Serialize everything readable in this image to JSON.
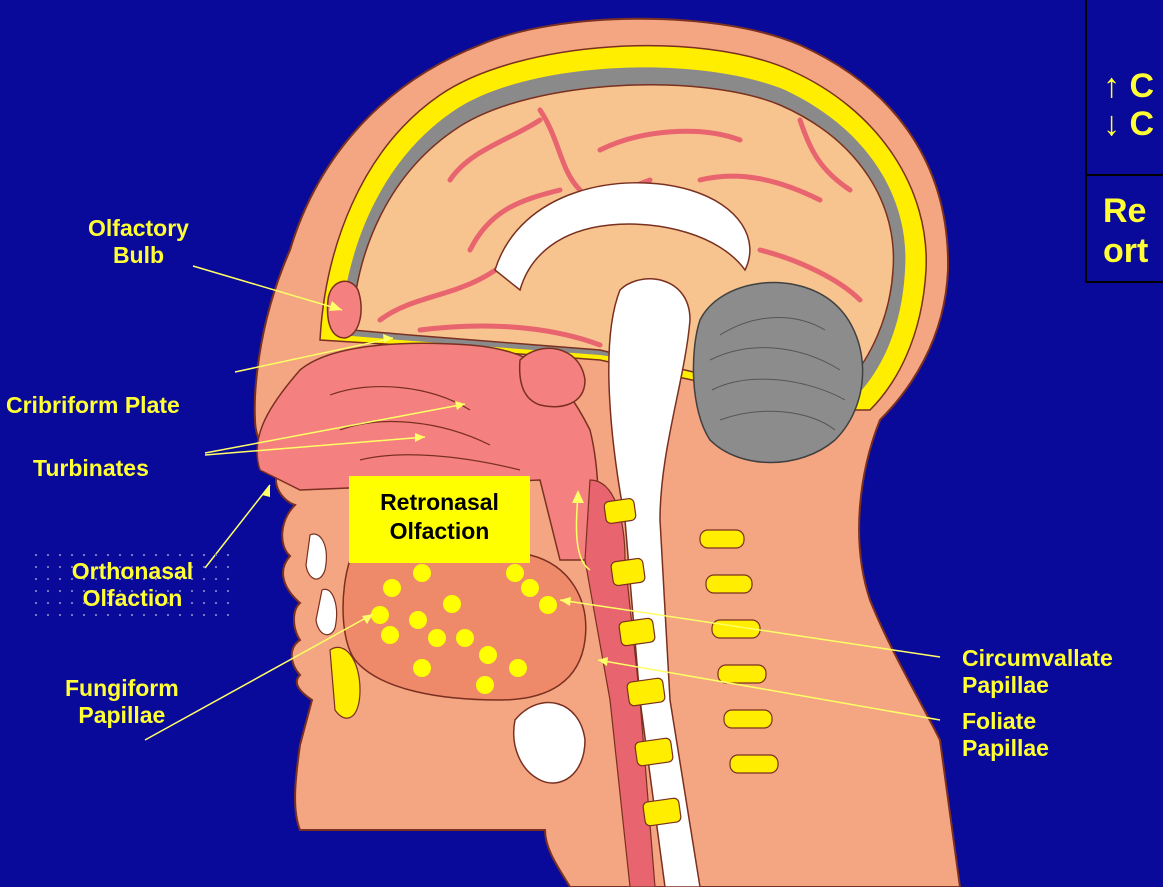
{
  "labels": {
    "olfactory_bulb": [
      "Olfactory",
      "Bulb"
    ],
    "cribriform_plate": "Cribriform Plate",
    "turbinates": "Turbinates",
    "orthonasal_olfaction": [
      "Orthonasal",
      "Olfaction"
    ],
    "retronasal_olfaction": [
      "Retronasal",
      "Olfaction"
    ],
    "fungiform_papillae": [
      "Fungiform",
      "Papillae"
    ],
    "circumvallate_papillae": [
      "Circumvallate",
      "Papillae"
    ],
    "foliate_papillae": [
      "Foliate",
      "Papillae"
    ]
  },
  "legend": {
    "line1": "↑ C",
    "line2": "↓ C",
    "line3": "Re",
    "line4": "ort"
  },
  "colors": {
    "background": "#0a0a9a",
    "label_text": "#ffff33",
    "leader_line": "#ffff66",
    "highlight_box": "#ffff00",
    "skin": "#f4a582",
    "brain": "#f7c38f",
    "vessels": "#e8646e",
    "cerebellum": "#909090",
    "bone_fat": "#ffee00",
    "nasal_cavity": "#f48080"
  }
}
